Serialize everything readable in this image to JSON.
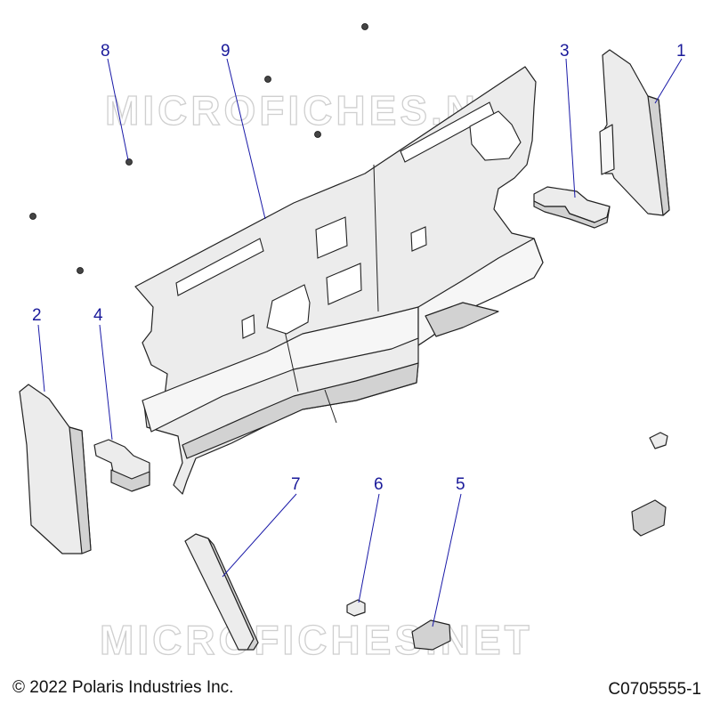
{
  "watermark": "MICROFICHES.NET",
  "footer": {
    "copyright": "© 2022 Polaris Industries Inc.",
    "figure_id": "C0705555-1"
  },
  "callouts": [
    "1",
    "2",
    "3",
    "4",
    "5",
    "6",
    "7",
    "8",
    "9"
  ],
  "colors": {
    "callout": "#1a1a9a",
    "part_fill": "#ececec",
    "outline": "#222222"
  }
}
